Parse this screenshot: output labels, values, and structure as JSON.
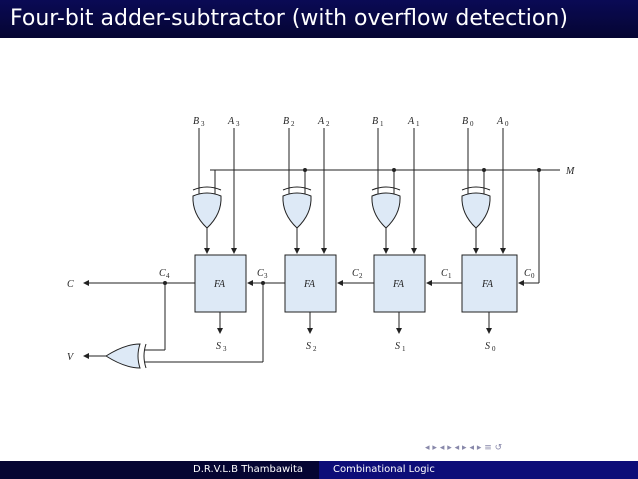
{
  "slide": {
    "title": "Four-bit adder-subtractor (with overflow detection)"
  },
  "diagram": {
    "inputs_top": [
      {
        "b": "B",
        "b_sub": "3",
        "a": "A",
        "a_sub": "3"
      },
      {
        "b": "B",
        "b_sub": "2",
        "a": "A",
        "a_sub": "2"
      },
      {
        "b": "B",
        "b_sub": "1",
        "a": "A",
        "a_sub": "1"
      },
      {
        "b": "B",
        "b_sub": "0",
        "a": "A",
        "a_sub": "0"
      }
    ],
    "mode_label": "M",
    "adder_label": "FA",
    "carries": [
      {
        "name": "C",
        "sub": "4"
      },
      {
        "name": "C",
        "sub": "3"
      },
      {
        "name": "C",
        "sub": "2"
      },
      {
        "name": "C",
        "sub": "1"
      },
      {
        "name": "C",
        "sub": "0"
      }
    ],
    "sums": [
      {
        "name": "S",
        "sub": "3"
      },
      {
        "name": "S",
        "sub": "2"
      },
      {
        "name": "S",
        "sub": "1"
      },
      {
        "name": "S",
        "sub": "0"
      }
    ],
    "carry_out_label": "C",
    "overflow_label": "V"
  },
  "footer": {
    "author": "D.R.V.L.B Thambawita",
    "topic": "Combinational Logic"
  },
  "nav": {
    "icons": [
      "◂",
      "▸",
      "◂",
      "▸",
      "◂",
      "▸",
      "◂",
      "▸",
      "≡",
      "↺"
    ]
  }
}
